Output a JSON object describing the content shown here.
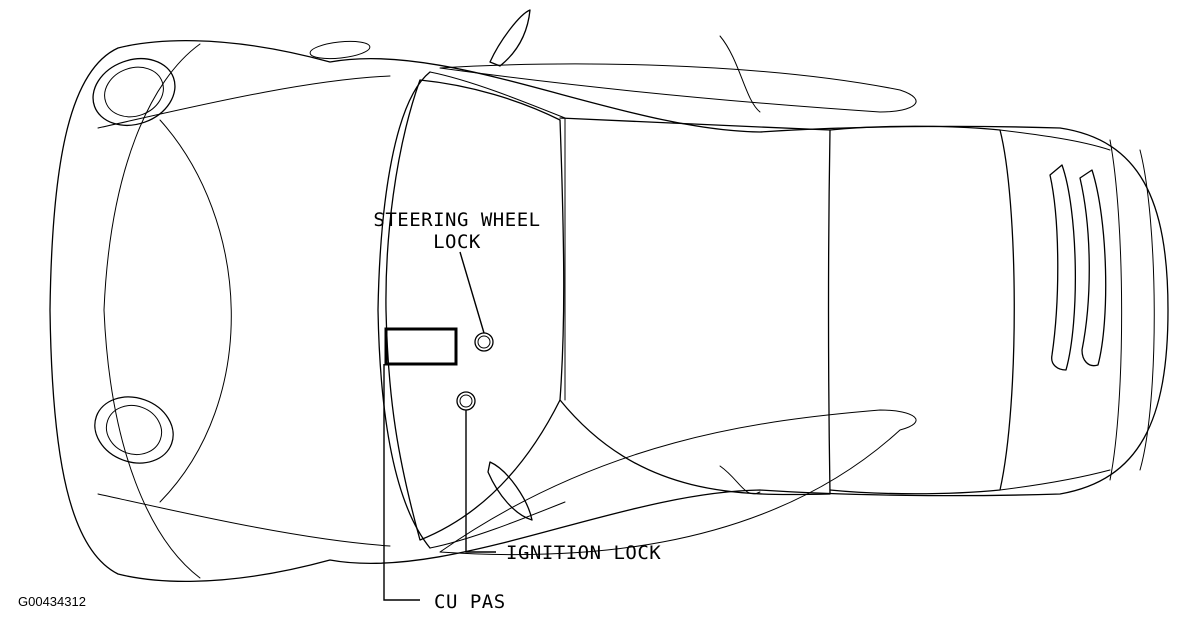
{
  "labels": {
    "steering_wheel_lock_line1": "STEERING WHEEL",
    "steering_wheel_lock_line2": "LOCK",
    "ignition_lock": "IGNITION LOCK",
    "cu_pas": "CU PAS"
  },
  "figure_id": "G00434312"
}
